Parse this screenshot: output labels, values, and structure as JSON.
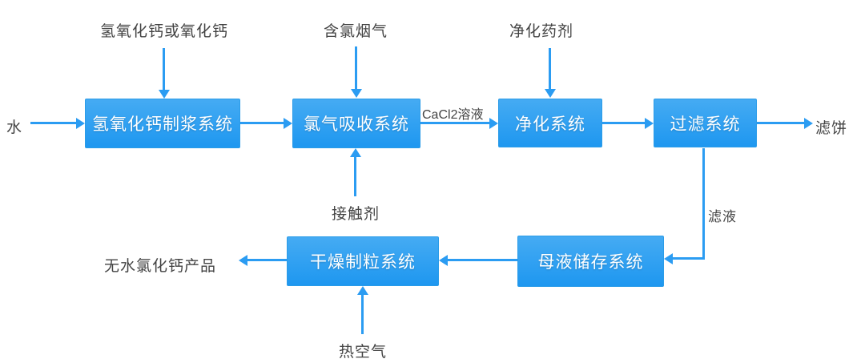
{
  "colors": {
    "arrow": "#2b9cf2",
    "box_top": "#45abf3",
    "box_bottom": "#1e97f0",
    "box_border": "#2b9ce8",
    "label_text": "#434343",
    "box_text": "#ffffff",
    "bg": "#ffffff"
  },
  "boxes": {
    "slurry": "氢氧化钙制浆系统",
    "absorption": "氯气吸收系统",
    "purification": "净化系统",
    "filtration": "过滤系统",
    "mother_liquor": "母液储存系统",
    "drying": "干燥制粒系统"
  },
  "labels": {
    "input_lime": "氢氧化钙或氧化钙",
    "input_flue_gas": "含氯烟气",
    "input_agent": "净化药剂",
    "input_water": "水",
    "input_contact": "接触剂",
    "input_hot_air": "热空气",
    "stream_cacl2": "CaCl2溶液",
    "stream_filtrate": "滤液",
    "output_filter_cake": "滤饼",
    "output_product": "无水氯化钙产品"
  }
}
